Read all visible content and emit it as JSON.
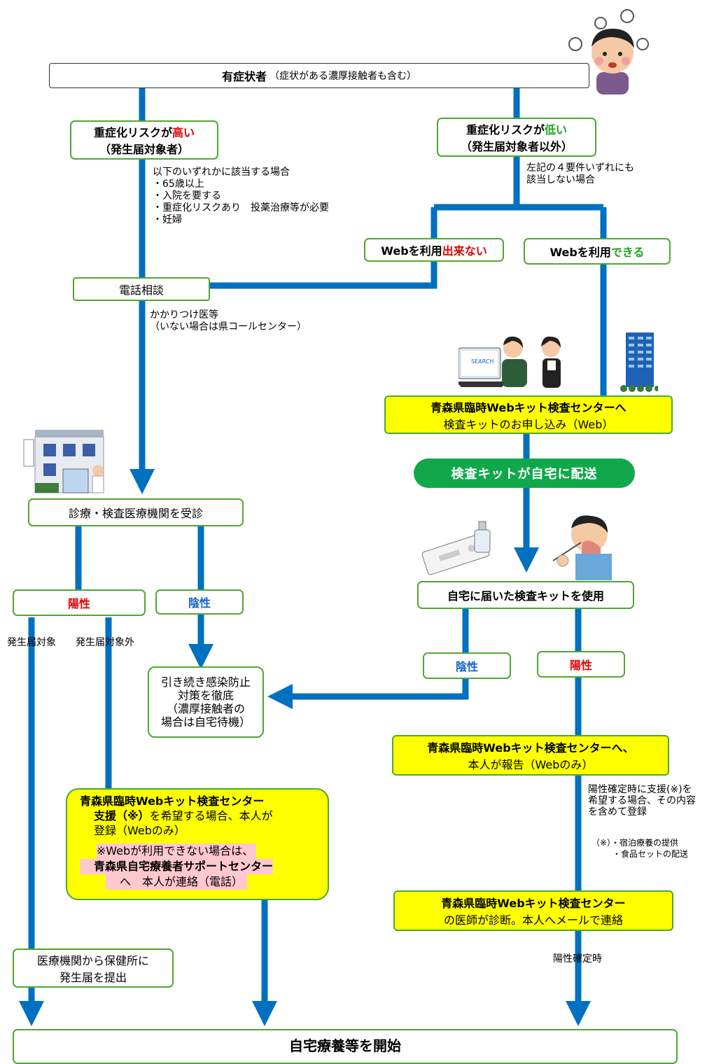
{
  "top": {
    "title": "有症状者",
    "sub": "（症状がある濃厚接触者も含む）"
  },
  "high_risk": {
    "pre": "重症化リスクが",
    "key": "高い",
    "sub": "（発生届対象者）"
  },
  "low_risk": {
    "pre": "重症化リスクが",
    "key": "低い",
    "sub": "（発生届対象者以外）"
  },
  "high_conditions": [
    "以下のいずれかに該当する場合",
    "・65歳以上",
    "・入院を要する",
    "・重症化リスクあり　投薬治療等が必要",
    "・妊婦"
  ],
  "low_condition": [
    "左記の４要件いずれにも",
    "該当しない場合"
  ],
  "web_no": {
    "pre": "Webを利用",
    "key": "出来ない"
  },
  "web_yes": {
    "pre": "Webを利用",
    "key": "できる"
  },
  "phone": {
    "label": "電話相談",
    "note1": "かかりつけ医等",
    "note2": "（いない場合は県コールセンター）"
  },
  "kit_apply": {
    "line1": "青森県臨時Webキット検査センターへ",
    "line2": "検査キットのお申し込み（Web）"
  },
  "kit_delivery": "検査キットが自宅に配送",
  "clinic": "診療・検査医療機関を受診",
  "kit_use": "自宅に届いた検査キットを使用",
  "positive": "陽性",
  "negative": "陰性",
  "notify_target": "発生届対象",
  "notify_nontarget": "発生届対象外",
  "prevention": [
    "引き続き感染防止",
    "対策を徹底",
    "（濃厚接触者の",
    "場合は自宅待機）"
  ],
  "report": {
    "line1": "青森県臨時Webキット検査センターへ、",
    "line2": "本人が報告（Webのみ）"
  },
  "support_note": [
    "陽性確定時に支援(※)を",
    "希望する場合、その内容",
    "を含めて登録"
  ],
  "support_items": [
    "（※）・宿泊療養の提供",
    "・食品セットの配送"
  ],
  "register": {
    "line1": "青森県臨時Webキット検査センター",
    "line2": "支援（※）を希望する場合、本人が",
    "line3": "登録（Webのみ）",
    "pink1": "※Webが利用できない場合は、",
    "pink2": "青森県自宅療養者サポートセンター",
    "pink3": "へ　本人が連絡（電話）"
  },
  "diagnosis": {
    "line1": "青森県臨時Webキット検査センター",
    "line2": "の医師が診断。本人へメールで連絡"
  },
  "confirm": "陽性確定時",
  "health_center": [
    "医療機関から保健所に",
    "発生届を提出"
  ],
  "final": "自宅療養等を開始",
  "colors": {
    "arrow": "#0070c0",
    "border": "#4ea832",
    "yellow": "#ffff00",
    "pink": "#ffc7ce",
    "pill": "#10a84a",
    "red": "#e00000",
    "green": "#1aa81a",
    "blue": "#1464c8"
  }
}
